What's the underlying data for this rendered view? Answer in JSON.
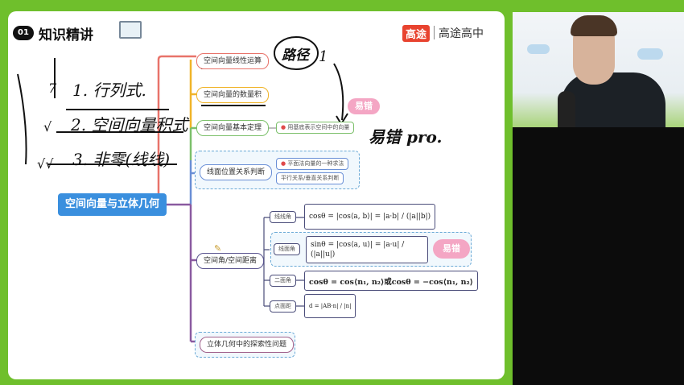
{
  "header": {
    "section_number": "01",
    "title": "知识精讲",
    "board_icon": "whiteboard-icon"
  },
  "brand": {
    "logo": "高途",
    "name": "高途高中",
    "color": "#e8432f"
  },
  "mindmap": {
    "root": "空间向量与立体几何",
    "branches": [
      {
        "label": "空间向量线性运算",
        "color": "#e8736a"
      },
      {
        "label": "空间向量的数量积",
        "color": "#f0b429"
      },
      {
        "label": "空间向量基本定理",
        "color": "#7cc06b",
        "children": [
          "用基底表示空间中的向量"
        ]
      },
      {
        "label": "线面位置关系判断",
        "color": "#6a8fd6",
        "children": [
          "平面法向量的一种求法",
          "平行关系/垂直关系判断"
        ]
      },
      {
        "label": "空间角/空间距离",
        "color": "#5b5590",
        "children": [
          {
            "label": "线线角",
            "formula": "cosθ = |cos⟨a, b⟩| = |a·b| / (|a||b|)"
          },
          {
            "label": "线面角",
            "formula": "sinθ = |cos⟨a, u⟩| = |a·u| / (|a||u|)"
          },
          {
            "label": "二面角",
            "formula": "cosθ = cos⟨n₁, n₂⟩或cosθ = −cos⟨n₁, n₂⟩"
          },
          {
            "label": "点面距",
            "formula": "d = |AB·n| / |n|"
          }
        ]
      },
      {
        "label": "立体几何中的探索性问题",
        "color": "#a0608a"
      }
    ],
    "badges": [
      "易错",
      "易错"
    ]
  },
  "handwriting": {
    "line1": "1. 行列式.",
    "line2": "2. 空间向量积式",
    "line3": "3. 非零(线线)",
    "mark1": "7",
    "mark2": "√",
    "mark3": "√√",
    "circled": "路径",
    "one": "1",
    "pro": "易错 pro."
  },
  "webcam": {
    "label": "teacher-video"
  }
}
